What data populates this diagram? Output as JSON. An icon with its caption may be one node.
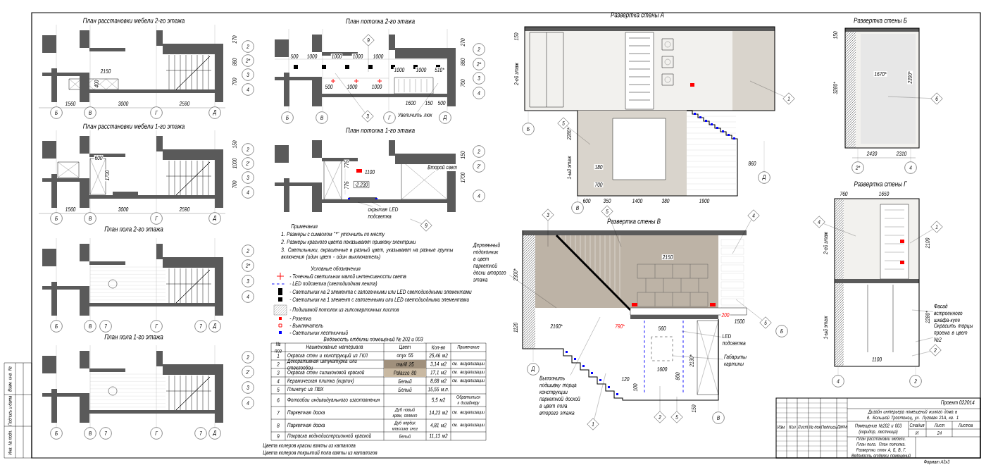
{
  "diagram": {
    "nodes": [
      {
        "text": [
          "9"
        ]
      },
      {
        "text": [
          "3"
        ]
      },
      {
        "text": [
          "Увеличить люк"
        ]
      },
      {
        "text": [
          "скрытая LED подсветка"
        ]
      },
      {
        "text": [
          "9"
        ]
      },
      {
        "text": [
          "1"
        ]
      },
      {
        "text": [
          "5"
        ]
      },
      {
        "text": [
          "6"
        ]
      },
      {
        "text": [
          "4"
        ]
      },
      {
        "text": [
          "1"
        ]
      },
      {
        "text": [
          "Фасад встроенного шкафа-купе"
        ]
      },
      {
        "text": [
          "Окрасить торцы проема в цвет №2"
        ]
      },
      {
        "text": [
          "2"
        ]
      },
      {
        "text": [
          "3"
        ]
      },
      {
        "text": [
          "5"
        ]
      },
      {
        "text": [
          "4"
        ]
      },
      {
        "text": [
          "Деревянный подоконник в цвет паркетной доски второго этажа"
        ]
      },
      {
        "text": [
          "LED подсветка"
        ]
      },
      {
        "text": [
          "Габариты картины"
        ]
      },
      {
        "text": [
          "Выполнить подшивку торца конструкции паркетной доской в цвет пола второго этажа"
        ]
      },
      {
        "text": [
          "1"
        ]
      },
      {
        "text": [
          "2"
        ]
      },
      {
        "text": [
          "5"
        ]
      },
      {
        "text": [
          "5"
        ]
      }
    ],
    "edges": [
      {
        "from": 0,
        "to": null,
        "arrow": "none"
      },
      {
        "from": 1,
        "to": null,
        "arrow": "none"
      },
      {
        "from": 2,
        "to": null,
        "arrow": "none"
      },
      {
        "from": 3,
        "to": null,
        "arrow": "none"
      },
      {
        "from": 3,
        "to": null,
        "arrow": "none"
      },
      {
        "from": 4,
        "to": 3,
        "arrow": "none"
      },
      {
        "from": 5,
        "to": null,
        "arrow": "none"
      },
      {
        "from": 6,
        "to": null,
        "arrow": "none"
      },
      {
        "from": 7,
        "to": null,
        "arrow": "none"
      },
      {
        "from": 8,
        "to": null,
        "arrow": "none"
      },
      {
        "from": 9,
        "to": null,
        "arrow": "none"
      },
      {
        "from": 10,
        "to": null,
        "arrow": "none"
      },
      {
        "from": 11,
        "to": null,
        "arrow": "none"
      },
      {
        "from": 12,
        "to": null,
        "arrow": "none"
      },
      {
        "from": 13,
        "to": null,
        "arrow": "none"
      },
      {
        "from": 14,
        "to": null,
        "arrow": "none"
      },
      {
        "from": 15,
        "to": null,
        "arrow": "none"
      },
      {
        "from": 16,
        "to": null,
        "arrow": "none"
      },
      {
        "from": 17,
        "to": null,
        "arrow": "none"
      },
      {
        "from": 18,
        "to": null,
        "arrow": "none"
      },
      {
        "from": 19,
        "to": null,
        "arrow": "none"
      },
      {
        "from": 20,
        "to": null,
        "arrow": "none"
      },
      {
        "from": 21,
        "to": null,
        "arrow": "none"
      },
      {
        "from": 22,
        "to": null,
        "arrow": "none"
      },
      {
        "from": 23,
        "to": null,
        "arrow": "none"
      }
    ],
    "labels": [
      "План расстановки мебели 2-го этажа",
      "270",
      "880",
      "700",
      "2",
      "2*",
      "3",
      "4",
      "2150",
      "400",
      "1560",
      "3000",
      "2590",
      "Б",
      "В",
      "Г",
      "Д",
      "План расстановки мебели 1-го этажа",
      "150",
      "1000",
      "700",
      "2",
      "2'",
      "3",
      "4",
      "600",
      "1700",
      "1560",
      "3000",
      "2590",
      "Б",
      "В",
      "Г",
      "Д",
      "План пола 2-го этажа",
      "2",
      "2*",
      "3",
      "4",
      "Б",
      "В",
      "7",
      "Г",
      "7",
      "Д",
      "План пола 1-го этажа",
      "2",
      "2'",
      "3",
      "4",
      "Б",
      "В",
      "7",
      "Г",
      "7",
      "Д",
      "План потолка 2-го этажа",
      "500",
      "1000",
      "1000",
      "1000",
      "1000",
      "500",
      "1000",
      "1000",
      "1000",
      "1000",
      "510*",
      "1600",
      "150",
      "500",
      "270",
      "880",
      "700",
      "2",
      "2*",
      "3",
      "4",
      "Б",
      "В",
      "Г",
      "Д",
      "План потолка 1-го этажа",
      "775",
      "1100",
      "775",
      "-2.230",
      "Второй свет",
      "150",
      "1700",
      "2",
      "2'",
      "4",
      "Примечания",
      "1. Размеры с символом \"*\" уточнить по месту",
      "2. Размеры красного цвета показывают привязку электрики",
      "3. Светильники, окрашенные в разный цвет, указывают на разные группы включения (один цвет - один выключатель)",
      "Условные обозначения",
      "Ведомость отделки помещений № 202 и 003",
      "№ поз",
      "Наименование материала",
      "Цвет",
      "Кол-во",
      "Примечание",
      "1",
      "Окраска стен и конструкций из ГКЛ",
      "onyx 55",
      "25,46 м2",
      "2",
      "Декоративная штукатурка или стеклообои",
      "marill 25",
      "3,14 м2",
      "см. визуализации",
      "3",
      "Окраска стен силиконовой краской",
      "Palazzo 80",
      "17,1 м2",
      "см. визуализации",
      "4",
      "Керамическая плитка (кирпич)",
      "Белый",
      "8,68 м2",
      "см. визуализации",
      "5",
      "Плинтус из ПВХ",
      "Белый",
      "15,55 м.п.",
      "6",
      "Фотообои индивидуального изготовления",
      "5,5 м2",
      "Обратиться к дизайнеру",
      "7",
      "Паркетная доска",
      "Дуб новый крем, селект",
      "14,23 м2",
      "см. визуализации",
      "8",
      "Паркетная доска",
      "Дуб нордик классика снег",
      "4,81 м2",
      "см. визуализации",
      "9",
      "Покраска воднодисперсионной краской",
      "Белый",
      "11,13 м2",
      "Цвета колеров краски взяты из каталога",
      "Цвета колеров покрытий пола взяты из каталогов",
      "Развертка стены А",
      "150",
      "2-ой этаж",
      "2280*",
      "1-ый этаж",
      "180",
      "700",
      "600",
      "350",
      "1400",
      "380",
      "1900",
      "860",
      "Б",
      "В",
      "Д",
      "Развертка стены Б",
      "150",
      "3280*",
      "1670*",
      "2300*",
      "2430",
      "2310",
      "2*",
      "4",
      "Развертка стены Г",
      "760",
      "1650",
      "2-ой этаж",
      "1-ый этаж",
      "2100",
      "2280*",
      "1100",
      "4",
      "2",
      "Развертка стены В",
      "2300*",
      "1120",
      "2150",
      "2160*",
      "790*",
      "200",
      "1500",
      "560",
      "800",
      "1600",
      "2130*",
      "150",
      "120",
      "100",
      "Д",
      "В",
      "Б",
      "Проект 022014",
      "Дизайн интерьера помещений жилого дома в д. Большой Тростенец, ул. Луговая 21А, кв. 1",
      "Изм",
      "Кол",
      "Лист",
      "№ док",
      "Подпись",
      "Дата",
      "Помещение №202 и 003 (коридор, лестница)",
      "Стадия",
      "Лист",
      "Листов",
      "И",
      "24",
      "План расстановки мебели. План пола. План потолка. Развертки стен А, Б, В, Г. Ведомость отделки помещений",
      "Формат А3х3",
      "Инв. № подл.",
      "Подпись и дата",
      "Взам. инв. №"
    ],
    "legend": [
      {
        "text": "- Точечный светильник малой интенсивности света"
      },
      {
        "text": "- LED подсветка (светодиодная лента)"
      },
      {
        "text": "- Светильник на 2 элемента с галогенными или LED светодиодными элементами"
      },
      {
        "text": "- Светильник на 1 элемент с галогенными или LED светодиодными элементами"
      },
      {
        "text": "- Подшивной потолок из гипсокартонных листов"
      },
      {
        "text": "- Розетка"
      },
      {
        "text": "- Выключатель"
      },
      {
        "text": "- Светильник лестничный"
      }
    ]
  }
}
